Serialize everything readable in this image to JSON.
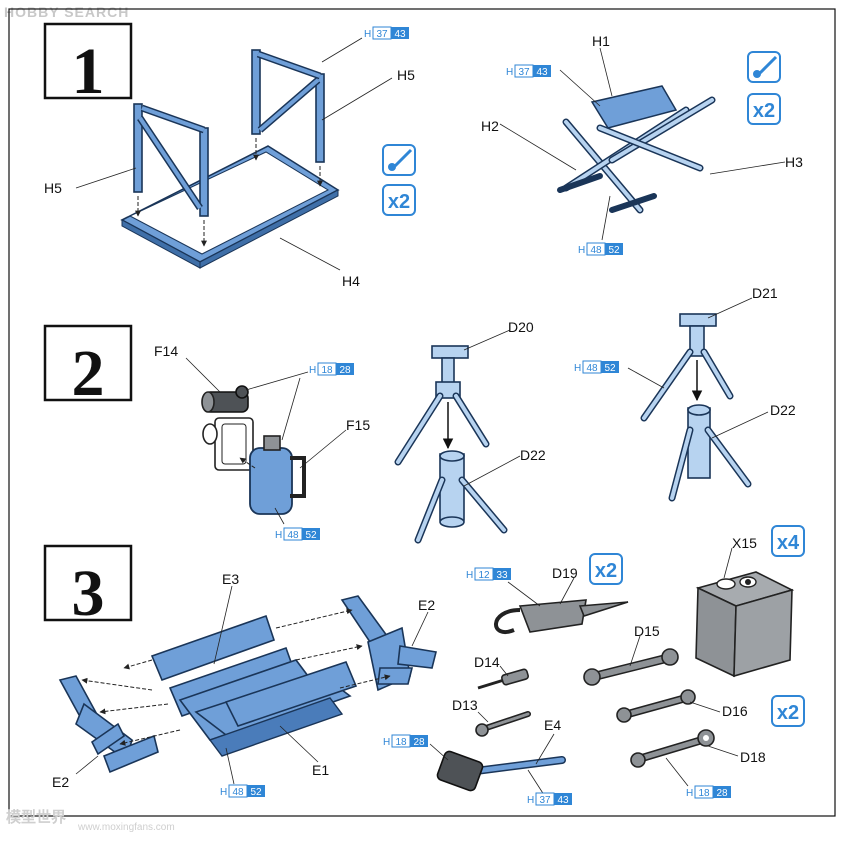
{
  "watermarks": {
    "top": "HOBBY SEARCH",
    "bottom_cn": "模型世界",
    "bottom_url": "www.moxingfans.com"
  },
  "colors": {
    "paint_blue": "#2f86d6",
    "part_blue": "#6f9fd8",
    "part_light_blue": "#b7d3f0",
    "part_grey": "#8e9296",
    "line": "#222222"
  },
  "steps": [
    {
      "number": "1",
      "parts": [
        "H5",
        "H5",
        "H4",
        "H1",
        "H2",
        "H3"
      ],
      "icons": [
        {
          "type": "cement-icon"
        },
        {
          "type": "multiply-icon",
          "text": "x2"
        },
        {
          "type": "cement-icon"
        },
        {
          "type": "multiply-icon",
          "text": "x2"
        }
      ],
      "paint_codes": [
        {
          "h": "H",
          "a": "37",
          "b": "43"
        },
        {
          "h": "H",
          "a": "37",
          "b": "43"
        },
        {
          "h": "H",
          "a": "48",
          "b": "52"
        }
      ]
    },
    {
      "number": "2",
      "parts": [
        "F14",
        "F15",
        "D20",
        "D22",
        "D21",
        "D22"
      ],
      "paint_codes": [
        {
          "h": "H",
          "a": "18",
          "b": "28"
        },
        {
          "h": "H",
          "a": "48",
          "b": "52"
        },
        {
          "h": "H",
          "a": "48",
          "b": "52"
        }
      ]
    },
    {
      "number": "3",
      "parts": [
        "E3",
        "E2",
        "E2",
        "E1",
        "D19",
        "D14",
        "D13",
        "E4",
        "X15",
        "D15",
        "D16",
        "D18"
      ],
      "icons": [
        {
          "type": "multiply-icon",
          "text": "x2"
        },
        {
          "type": "multiply-icon",
          "text": "x4"
        },
        {
          "type": "multiply-icon",
          "text": "x2"
        }
      ],
      "paint_codes": [
        {
          "h": "H",
          "a": "12",
          "b": "33"
        },
        {
          "h": "H",
          "a": "48",
          "b": "52"
        },
        {
          "h": "H",
          "a": "18",
          "b": "28"
        },
        {
          "h": "H",
          "a": "37",
          "b": "43"
        },
        {
          "h": "H",
          "a": "18",
          "b": "28"
        }
      ]
    }
  ]
}
